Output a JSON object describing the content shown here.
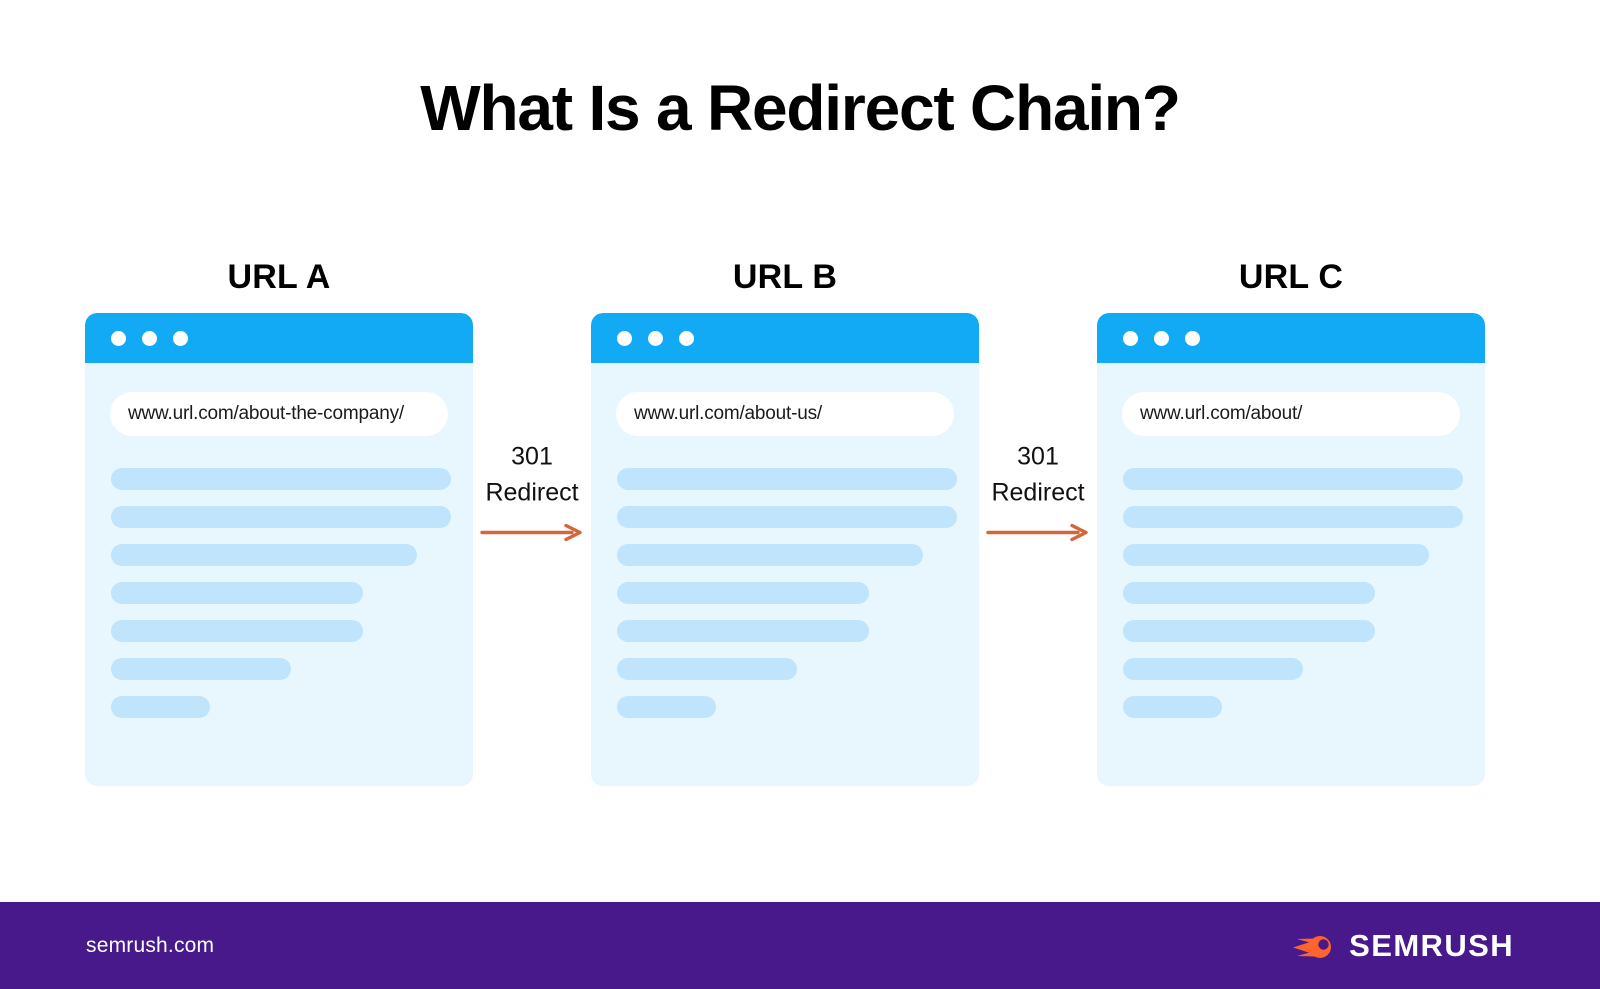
{
  "page": {
    "title": "What Is a Redirect Chain?",
    "background_color": "#ffffff"
  },
  "colors": {
    "browser_titlebar": "#12a9f5",
    "browser_body": "#e8f6fd",
    "placeholder_line": "#bfe4fb",
    "arrow": "#d4673a",
    "footer_background": "#47198a",
    "brand_mark": "#ff642d",
    "text": "#000000"
  },
  "diagram": {
    "type": "redirect-chain",
    "steps": [
      {
        "label": "URL A",
        "url": "www.url.com/about-the-company/",
        "window_dots": 3,
        "content_lines": [
          100,
          100,
          90,
          74,
          74,
          58,
          30
        ]
      },
      {
        "label": "URL B",
        "url": "www.url.com/about-us/",
        "window_dots": 3,
        "content_lines": [
          100,
          100,
          90,
          74,
          74,
          58,
          30
        ]
      },
      {
        "label": "URL C",
        "url": "www.url.com/about/",
        "window_dots": 3,
        "content_lines": [
          100,
          100,
          90,
          74,
          74,
          58,
          30
        ]
      }
    ],
    "connectors": [
      {
        "code": "301",
        "action": "Redirect",
        "icon": "arrow-right-icon"
      },
      {
        "code": "301",
        "action": "Redirect",
        "icon": "arrow-right-icon"
      }
    ]
  },
  "footer": {
    "site_url": "semrush.com",
    "brand_name": "SEMRUSH",
    "brand_icon": "semrush-comet-logo-icon"
  }
}
